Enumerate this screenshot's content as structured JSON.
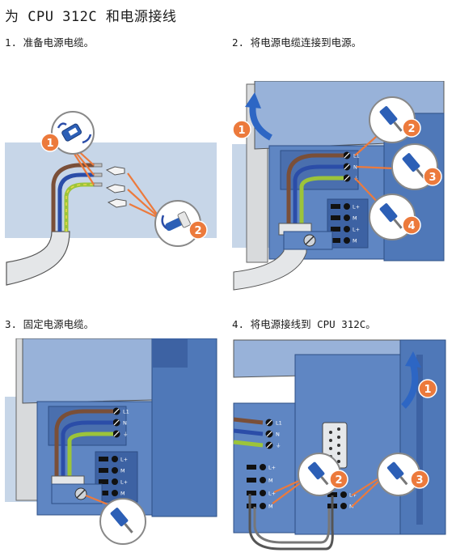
{
  "title": "为 CPU 312C 和电源接线",
  "steps": [
    {
      "caption": "1. 准备电源电缆。",
      "callouts": [
        "1",
        "2"
      ]
    },
    {
      "caption": "2. 将电源电缆连接到电源。",
      "callouts": [
        "1",
        "2",
        "3",
        "4"
      ]
    },
    {
      "caption": "3. 固定电源电缆。",
      "callouts": []
    },
    {
      "caption": "4. 将电源接线到 CPU 312C。",
      "callouts": [
        "1",
        "2",
        "3"
      ]
    }
  ],
  "terminals": {
    "supply": [
      "L1",
      "N",
      "⏚"
    ],
    "output": [
      "L+",
      "M",
      "L+",
      "M"
    ]
  },
  "colors": {
    "accent": "#ec7a3c",
    "module_blue": "#5f86c3",
    "background_blue": "#c7d6e8",
    "brown_wire": "#7a4f38",
    "blue_wire": "#2b4da8",
    "ground_wire": "#9cc43a"
  }
}
